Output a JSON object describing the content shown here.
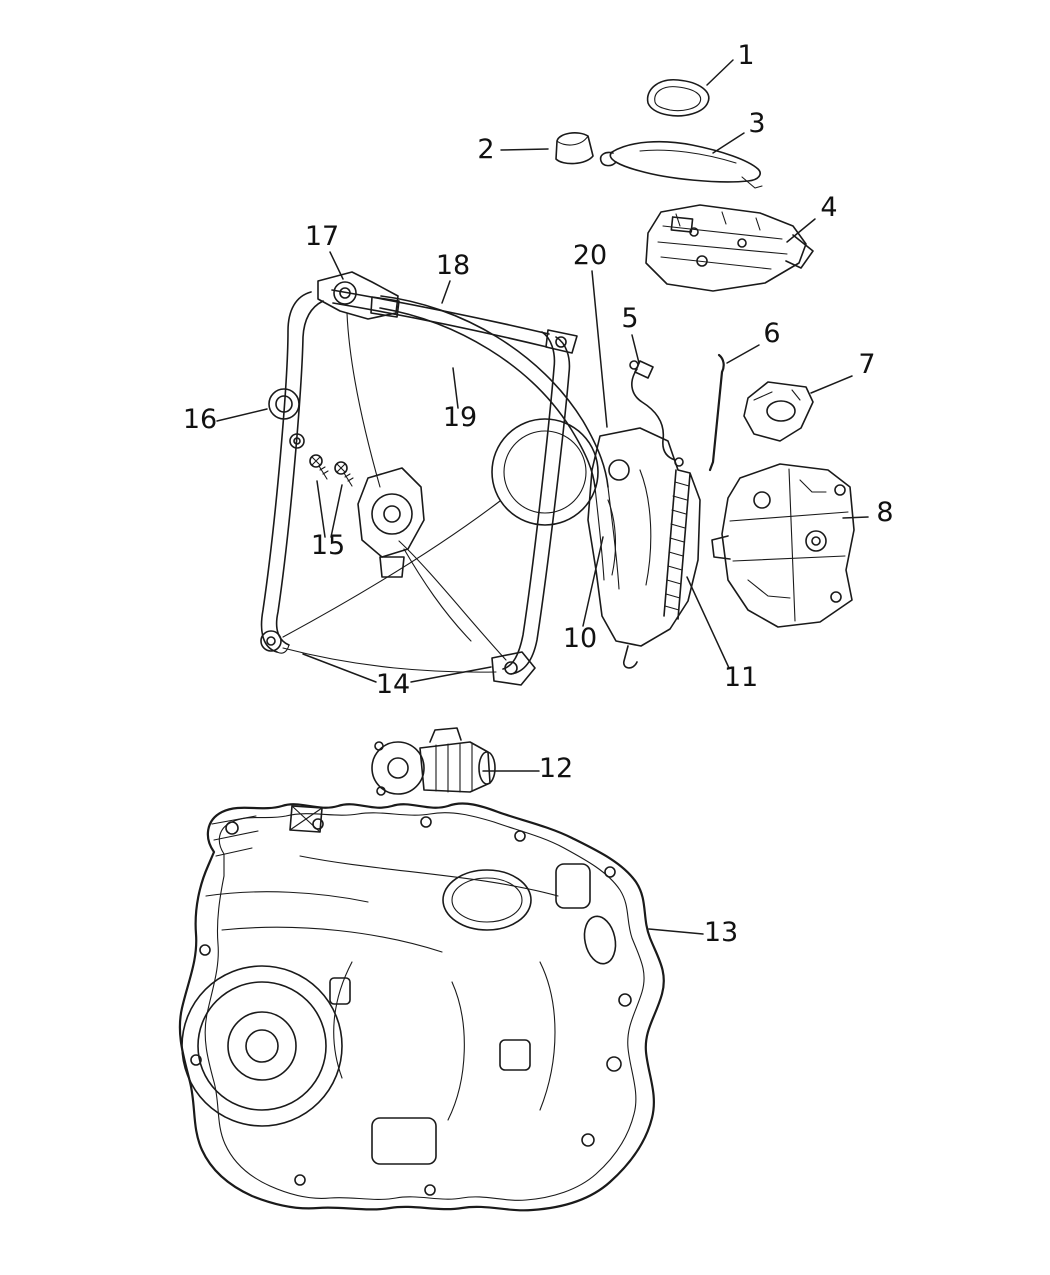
{
  "colors": {
    "background": "#ffffff",
    "line": "#1a1a1a"
  },
  "diagram": {
    "callouts": [
      {
        "label": "1"
      },
      {
        "label": "2"
      },
      {
        "label": "3"
      },
      {
        "label": "4"
      },
      {
        "label": "5"
      },
      {
        "label": "6"
      },
      {
        "label": "7"
      },
      {
        "label": "8"
      },
      {
        "label": "10"
      },
      {
        "label": "11"
      },
      {
        "label": "12"
      },
      {
        "label": "13"
      },
      {
        "label": "14"
      },
      {
        "label": "15"
      },
      {
        "label": "16"
      },
      {
        "label": "17"
      },
      {
        "label": "18"
      },
      {
        "label": "19"
      },
      {
        "label": "20"
      }
    ]
  }
}
